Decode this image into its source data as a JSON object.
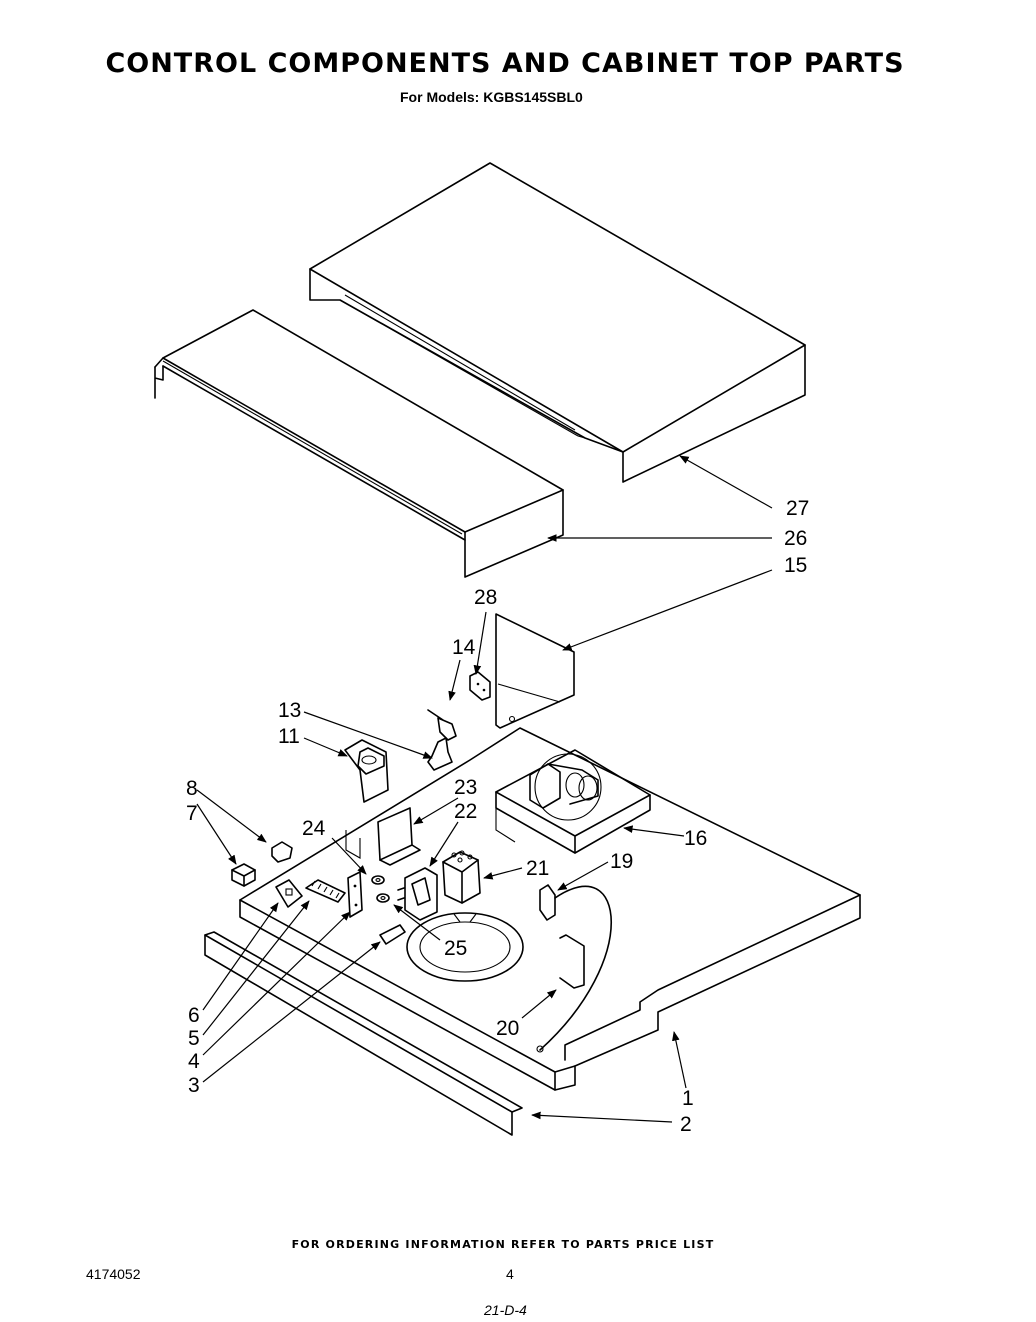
{
  "header": {
    "title": "CONTROL  COMPONENTS   AND CABINET TOP PARTS",
    "subtitle": "For Models: KGBS145SBL0"
  },
  "footer": {
    "ordering_note": "FOR ORDERING INFORMATION REFER TO PARTS PRICE LIST",
    "doc_number": "4174052",
    "page_number": "4",
    "handwritten": "21-D-4"
  },
  "callouts": {
    "c1": "1",
    "c2": "2",
    "c3": "3",
    "c4": "4",
    "c5": "5",
    "c6": "6",
    "c7": "7",
    "c8": "8",
    "c11": "11",
    "c13": "13",
    "c14": "14",
    "c15": "15",
    "c16": "16",
    "c19": "19",
    "c20": "20",
    "c21": "21",
    "c22": "22",
    "c23": "23",
    "c24": "24",
    "c25": "25",
    "c26": "26",
    "c27": "27",
    "c28": "28"
  }
}
